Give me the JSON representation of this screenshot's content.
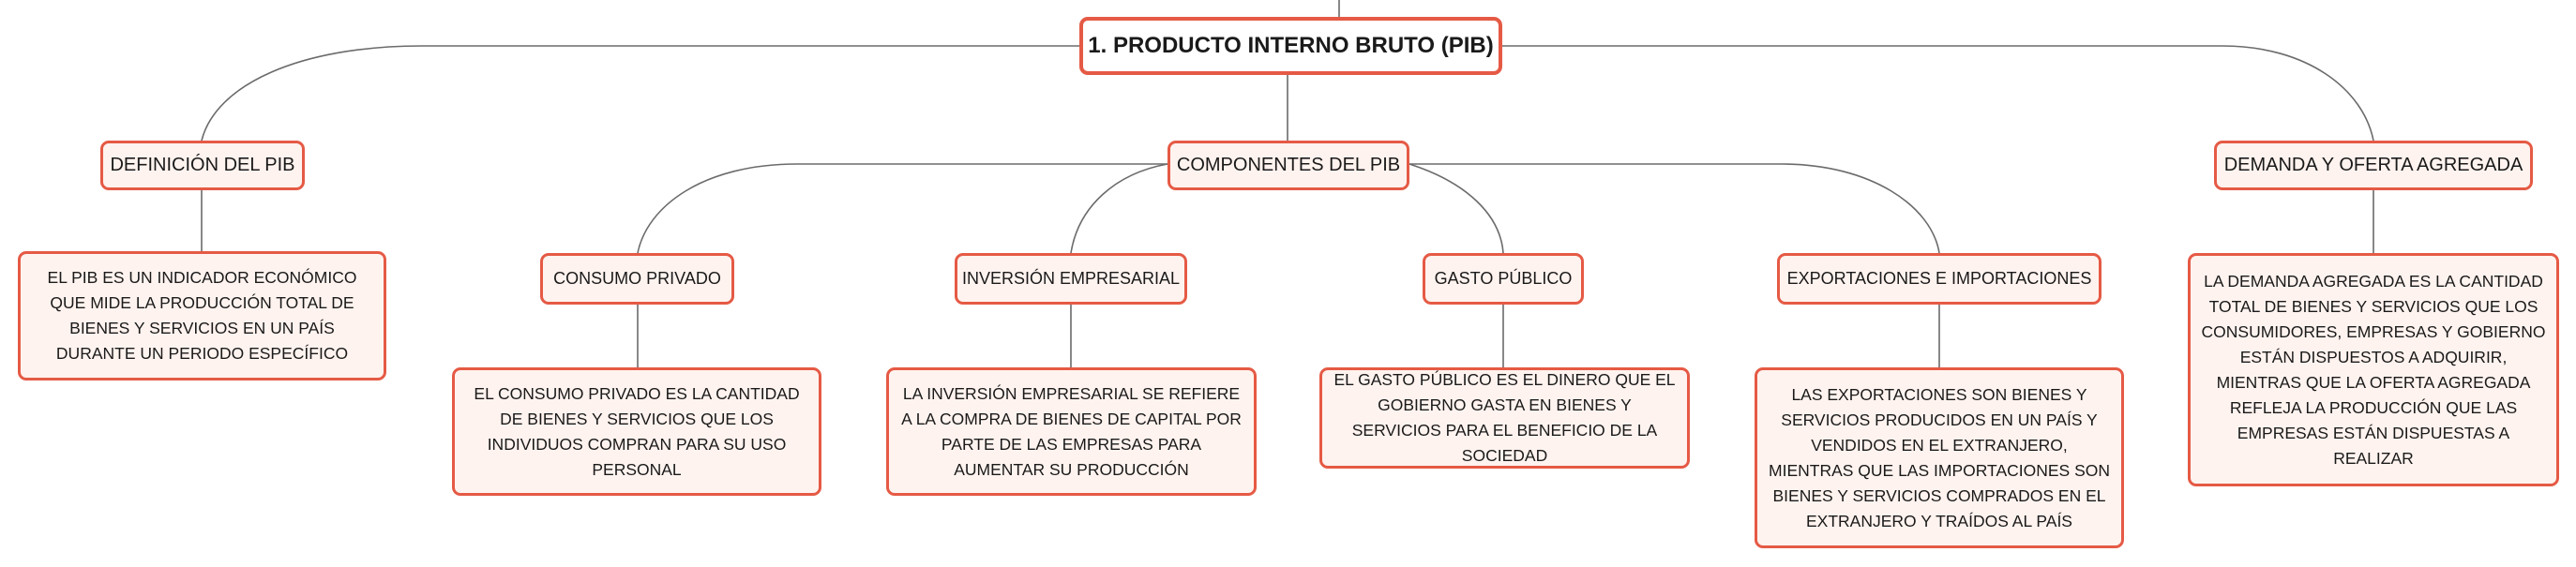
{
  "root": {
    "label": "1. PRODUCTO INTERNO BRUTO (PIB)"
  },
  "definicion": {
    "label": "DEFINICIÓN DEL PIB",
    "note": "EL PIB ES UN INDICADOR ECONÓMICO QUE MIDE LA PRODUCCIÓN TOTAL DE BIENES Y SERVICIOS EN UN PAÍS DURANTE UN PERIODO ESPECÍFICO"
  },
  "componentes": {
    "label": "COMPONENTES DEL PIB",
    "consumo": {
      "label": "CONSUMO PRIVADO",
      "note": "EL CONSUMO PRIVADO ES LA CANTIDAD DE BIENES Y SERVICIOS QUE LOS INDIVIDUOS COMPRAN PARA SU USO PERSONAL"
    },
    "inversion": {
      "label": "INVERSIÓN EMPRESARIAL",
      "note": "LA INVERSIÓN EMPRESARIAL SE REFIERE A LA COMPRA DE BIENES DE CAPITAL POR PARTE DE LAS EMPRESAS PARA AUMENTAR SU PRODUCCIÓN"
    },
    "gasto": {
      "label": "GASTO PÚBLICO",
      "note": "EL GASTO PÚBLICO ES EL DINERO QUE EL GOBIERNO GASTA EN BIENES Y SERVICIOS PARA EL BENEFICIO DE LA SOCIEDAD"
    },
    "exportaciones": {
      "label": "EXPORTACIONES E IMPORTACIONES",
      "note": "LAS EXPORTACIONES SON BIENES Y SERVICIOS PRODUCIDOS EN UN PAÍS Y VENDIDOS EN EL EXTRANJERO, MIENTRAS QUE LAS IMPORTACIONES SON BIENES Y SERVICIOS COMPRADOS EN EL EXTRANJERO Y TRAÍDOS AL PAÍS"
    }
  },
  "demanda": {
    "label": "DEMANDA Y OFERTA AGREGADA",
    "note": "LA DEMANDA AGREGADA ES LA CANTIDAD TOTAL DE BIENES Y SERVICIOS QUE LOS CONSUMIDORES, EMPRESAS Y GOBIERNO ESTÁN DISPUESTOS A ADQUIRIR, MIENTRAS QUE LA OFERTA AGREGADA REFLEJA LA PRODUCCIÓN QUE LAS EMPRESAS ESTÁN DISPUESTAS A REALIZAR"
  },
  "colors": {
    "border": "#e55a45",
    "fill": "#fff3ef",
    "connector": "#6b6b6b"
  }
}
